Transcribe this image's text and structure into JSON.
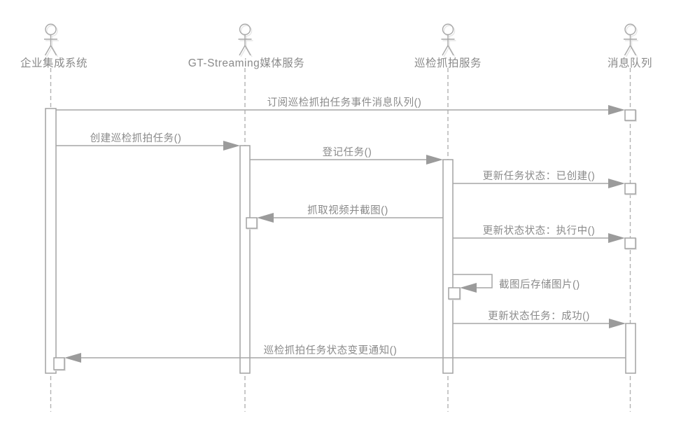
{
  "diagram": {
    "type": "uml-sequence-diagram",
    "colors": {
      "line": "#a6a6a6",
      "text": "#8a8a8a",
      "arrow_fill": "#9b9b9b",
      "activation_fill": "#ffffff",
      "shadow": "#e0e0e0",
      "background": "#ffffff"
    },
    "actors": [
      {
        "id": "enterprise-integration-system",
        "label": "企业集成系统"
      },
      {
        "id": "gt-streaming-media-service",
        "label": "GT-Streaming媒体服务"
      },
      {
        "id": "inspection-capture-service",
        "label": "巡检抓拍服务"
      },
      {
        "id": "message-queue",
        "label": "消息队列"
      }
    ],
    "messages": [
      {
        "label": "订阅巡检抓拍任务事件消息队列()",
        "from": "企业集成系统",
        "to": "消息队列",
        "self_message": false
      },
      {
        "label": "创建巡检抓拍任务()",
        "from": "企业集成系统",
        "to": "GT-Streaming媒体服务",
        "self_message": false
      },
      {
        "label": "登记任务()",
        "from": "GT-Streaming媒体服务",
        "to": "巡检抓拍服务",
        "self_message": false
      },
      {
        "label": "更新任务状态：已创建()",
        "from": "巡检抓拍服务",
        "to": "消息队列",
        "self_message": false
      },
      {
        "label": "抓取视频并截图()",
        "from": "巡检抓拍服务",
        "to": "GT-Streaming媒体服务",
        "self_message": false
      },
      {
        "label": "更新状态状态：执行中()",
        "from": "巡检抓拍服务",
        "to": "消息队列",
        "self_message": false
      },
      {
        "label": "截图后存储图片()",
        "from": "巡检抓拍服务",
        "to": "巡检抓拍服务",
        "self_message": true
      },
      {
        "label": "更新状态任务：成功()",
        "from": "巡检抓拍服务",
        "to": "消息队列",
        "self_message": false
      },
      {
        "label": "巡检抓拍任务状态变更通知()",
        "from": "消息队列",
        "to": "企业集成系统",
        "self_message": false
      }
    ]
  }
}
